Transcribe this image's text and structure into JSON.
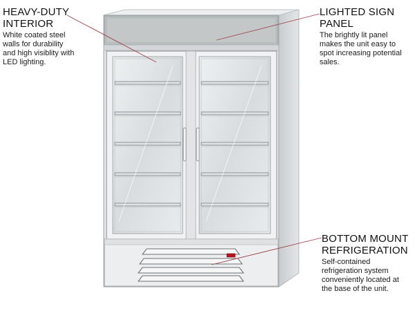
{
  "callouts": {
    "interior": {
      "title_line1": "HEAVY-DUTY",
      "title_line2": "INTERIOR",
      "desc_lines": [
        "White coated steel",
        "walls for durability",
        "and high visiblity with",
        "LED lighting."
      ]
    },
    "sign_panel": {
      "title_line1": "LIGHTED SIGN",
      "title_line2": "PANEL",
      "desc_lines": [
        "The brightly lit panel",
        "makes the unit easy to",
        "spot increasing potential",
        "sales."
      ]
    },
    "refrigeration": {
      "title_line1": "BOTTOM MOUNT",
      "title_line2": "REFRIGERATION",
      "desc_lines": [
        "Self-contained",
        "refrigeration system",
        "conveniently located at",
        "the base of the unit."
      ]
    }
  },
  "colors": {
    "cabinet": "#e6e8ea",
    "cabinet_edge": "#b9bcbf",
    "sign_panel": "#b7bcbd",
    "glass": "#dfe3e5",
    "leader_line": "#a0424a",
    "indicator": "#b5121b"
  },
  "product": {
    "doors": 2,
    "shelves_per_door": 5
  }
}
